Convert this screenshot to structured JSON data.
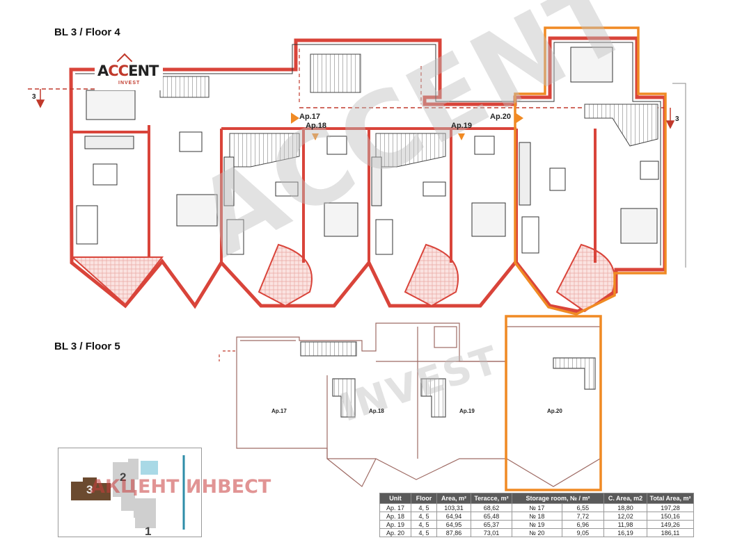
{
  "floor4": {
    "title": "BL 3 / Floor 4"
  },
  "floor5": {
    "title": "BL 3 / Floor 5"
  },
  "logo": {
    "brand": "ACCENT",
    "sub": "INVEST"
  },
  "watermark": {
    "line1": "ACCENT",
    "line2": "INVEST"
  },
  "section_marks": {
    "left": "3",
    "right": "3"
  },
  "floor4_labels": [
    "Ap.17",
    "Ap.18",
    "Ap.19",
    "Ap.20"
  ],
  "floor5_labels": [
    "Ap.17",
    "Ap.18",
    "Ap.19",
    "Ap.20"
  ],
  "keyplan": {
    "b1": "1",
    "b2": "2",
    "b3": "3",
    "brand": "АКЦЕНТ ИНВЕСТ"
  },
  "colors": {
    "wall": "#d9443a",
    "highlight": "#f08a24",
    "plan_line": "#333333",
    "floor5_line": "#9e6a63"
  },
  "table": {
    "headers": [
      "Unit",
      "Floor",
      "Area, m²",
      "Teracce, m²",
      "Storage room, № / m²",
      "",
      "C. Area, m2",
      "Total Area, m²"
    ],
    "rows": [
      [
        "Ap. 17",
        "4, 5",
        "103,31",
        "68,62",
        "№ 17",
        "6,55",
        "18,80",
        "197,28"
      ],
      [
        "Ap. 18",
        "4, 5",
        "64,94",
        "65,48",
        "№ 18",
        "7,72",
        "12,02",
        "150,16"
      ],
      [
        "Ap. 19",
        "4, 5",
        "64,95",
        "65,37",
        "№ 19",
        "6,96",
        "11,98",
        "149,26"
      ],
      [
        "Ap. 20",
        "4, 5",
        "87,86",
        "73,01",
        "№ 20",
        "9,05",
        "16,19",
        "186,11"
      ]
    ]
  }
}
